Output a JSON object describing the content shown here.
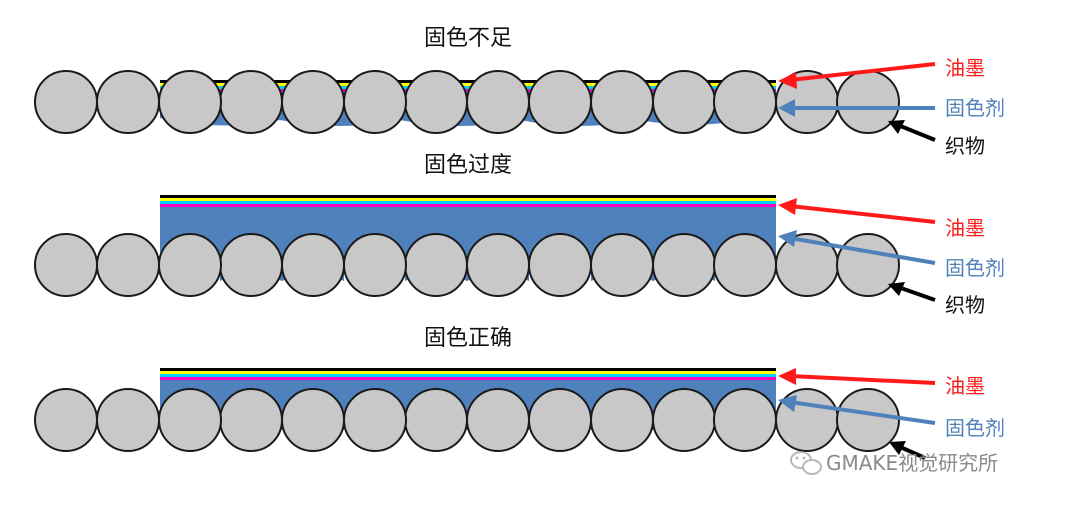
{
  "colors": {
    "ink_arrow": "#ff1a1a",
    "fixative": "#4f81bd",
    "fabric": "#c8c8c8",
    "fabric_outline": "#1a1a1a",
    "fabric_arrow": "#000000",
    "stripes": [
      "#ffff00",
      "#00d0ff",
      "#ff00c0"
    ]
  },
  "panels": [
    {
      "title": "固色不足",
      "ink_label": "油墨",
      "fixative_label": "固色剂",
      "fabric_label": "织物"
    },
    {
      "title": "固色过度",
      "ink_label": "油墨",
      "fixative_label": "固色剂",
      "fabric_label": "织物"
    },
    {
      "title": "固色正确",
      "ink_label": "油墨",
      "fixative_label": "固色剂"
    }
  ],
  "watermark": {
    "icon": "wechat-icon",
    "text": "GMAKE视觉研究所"
  }
}
